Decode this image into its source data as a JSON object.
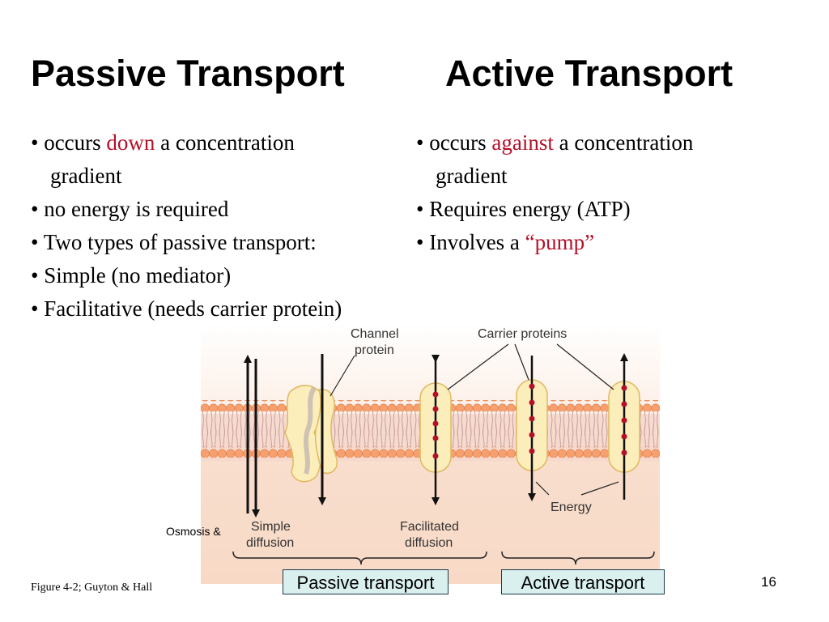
{
  "slide": {
    "title_left": "Passive Transport",
    "title_right": "Active Transport",
    "passive": {
      "b1_prefix": "•  occurs ",
      "b1_highlight": "down",
      "b1_suffix": " a concentration",
      "b1_cont": "gradient",
      "b2": "•  no energy is required",
      "b3": "• Two types of passive transport:",
      "b4": "• Simple (no mediator)",
      "b5": "• Facilitative (needs carrier protein)"
    },
    "active": {
      "b1_prefix": "•  occurs ",
      "b1_highlight": "against",
      "b1_suffix": " a concentration",
      "b1_cont": "gradient",
      "b2": "•  Requires energy (ATP)",
      "b3_prefix": "• Involves a ",
      "b3_highlight": "“pump”"
    },
    "highlight_color": "#b3102a",
    "figure": {
      "channel_protein": [
        "Channel",
        "protein"
      ],
      "carrier_proteins": "Carrier proteins",
      "energy": "Energy",
      "simple_diffusion": [
        "Simple",
        "diffusion"
      ],
      "facilitated_diffusion": [
        "Facilitated",
        "diffusion"
      ]
    },
    "osmosis_label": "Osmosis &",
    "passive_box": "Passive transport",
    "active_box": "Active transport",
    "figure_credit": "Figure 4-2; Guyton & Hall",
    "page_number": "16"
  }
}
